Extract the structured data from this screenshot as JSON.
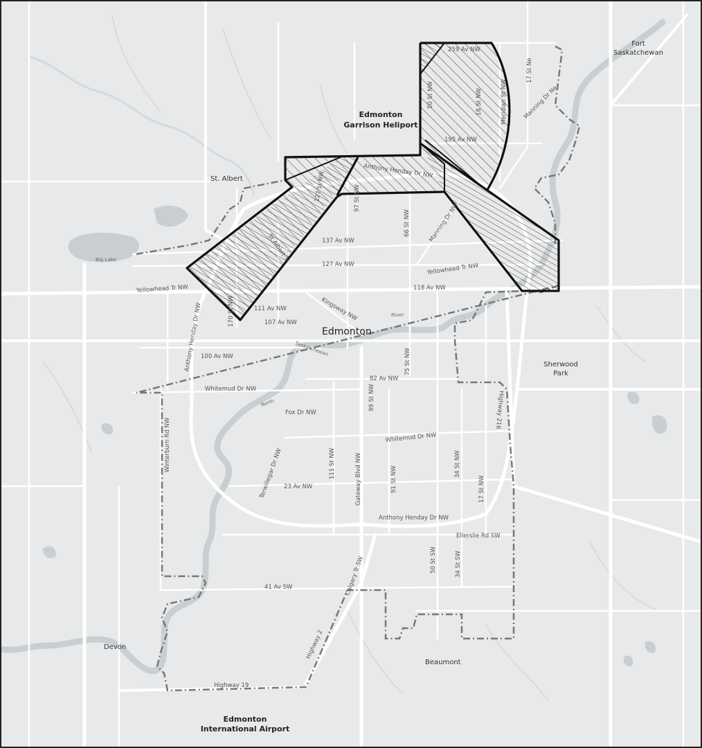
{
  "map": {
    "colors": {
      "land": "#e8e9ea",
      "road": "#ffffff",
      "water": "#c9cfd1",
      "boundary": "#777777",
      "zone_outline": "#111111",
      "hatch": "#555555"
    },
    "places": {
      "heliport_line1": "Edmonton",
      "heliport_line2": "Garrison Heliport",
      "fort_line1": "Fort",
      "fort_line2": "Saskatchewan",
      "st_albert": "St. Albert",
      "big_lake": "Big Lake",
      "edmonton": "Edmonton",
      "sherwood_line1": "Sherwood",
      "sherwood_line2": "Park",
      "devon": "Devon",
      "beaumont": "Beaumont",
      "airport_line1": "Edmonton",
      "airport_line2": "International Airport",
      "river": "River",
      "saskatchewan": "Saskatchewan",
      "north": "North"
    },
    "streets": {
      "s_259_av": "259 Av NW",
      "s_17_st_ne": "17 St Ne",
      "s_50_st_nw_n": "50 St NW",
      "s_18_st": "18 St NW",
      "s_meridian": "Meridian St NW",
      "s_manning_ne": "Manning Dr Ne",
      "s_195_av": "195 Av NW",
      "s_anthony_henday_n": "Anthony Henday Dr NW",
      "s_97_st": "97 St NW",
      "s_127_st": "127 St NW",
      "s_66_st": "66 St NW",
      "s_manning_nw": "Manning Dr NW",
      "s_137_av": "137 Av NW",
      "s_st_albert_tr": "St Albert Tr",
      "s_127_av": "127 Av NW",
      "s_yellowhead_e": "Yellowhead Tr NW",
      "s_118_av": "118 Av NW",
      "s_yellowhead_w": "Yellowhead Tr NW",
      "s_111_av": "111 Av NW",
      "s_107_av": "107 Av NW",
      "s_kingsway": "Kingsway NW",
      "s_170_st": "170 St NW",
      "s_anthony_henday_w": "Anthony Henday Dr NW",
      "s_100_av": "100 Av NW",
      "s_75_st": "75 St NW",
      "s_82_av": "82 Av NW",
      "s_whitemud_w": "Whitemud Dr NW",
      "s_99_st": "99 St NW",
      "s_fox_dr": "Fox Dr NW",
      "s_highway_216": "Highway 216",
      "s_winterburn": "Winterburn Rd NW",
      "s_whitemud_e": "Whitemud Dr NW",
      "s_terwillegar": "Terwillegar Dr NW",
      "s_111_st": "111 St NW",
      "s_91_st": "91 St NW",
      "s_34_st_nw": "34 St NW",
      "s_17_st_nw": "17 St NW",
      "s_23_av": "23 Av NW",
      "s_gateway": "Gateway Blvd NW",
      "s_anthony_henday_s": "Anthony Henday Dr NW",
      "s_ellerslie": "Ellerslie Rd SW",
      "s_50_st_sw": "50 St SW",
      "s_34_st_sw": "34 St SW",
      "s_calgary_tr": "Calgary Tr SW",
      "s_41_av": "41 Av SW",
      "s_highway_2": "Highway 2",
      "s_highway_19": "Highway 19"
    }
  }
}
